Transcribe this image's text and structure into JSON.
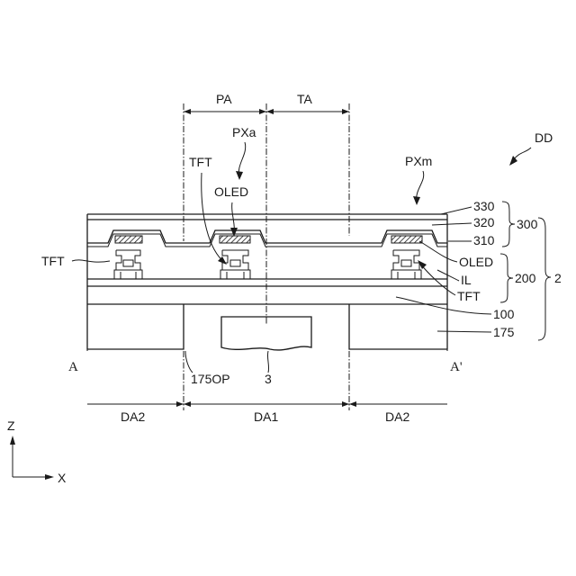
{
  "diagram": {
    "figure_ref": "DD",
    "regions_top": {
      "pa": "PA",
      "ta": "TA"
    },
    "pixels": {
      "pxa": "PXa",
      "pxm": "PXm"
    },
    "left_labels": {
      "tft_left": "TFT",
      "tft_top": "TFT",
      "oled_top": "OLED"
    },
    "layer_labels": {
      "l330": "330",
      "l320": "320",
      "l310": "310",
      "g300": "300",
      "oled": "OLED",
      "il": "IL",
      "g200": "200",
      "tft": "TFT",
      "g2": "2",
      "l100": "100",
      "l175": "175"
    },
    "section": {
      "a": "A",
      "a_prime": "A'"
    },
    "bottom": {
      "opening": "175OP",
      "module": "3"
    },
    "regions_bottom": {
      "da2_left": "DA2",
      "da1": "DA1",
      "da2_right": "DA2"
    },
    "axes": {
      "z": "Z",
      "x": "X"
    }
  }
}
